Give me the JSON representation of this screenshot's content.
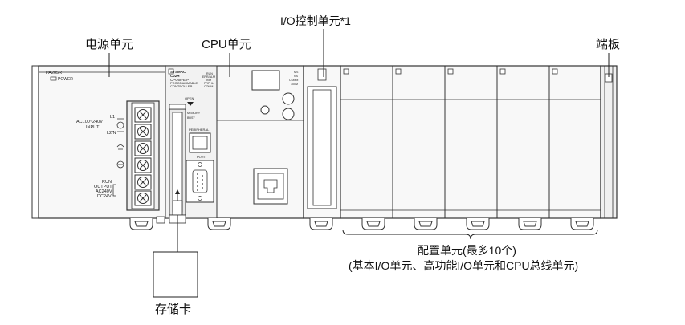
{
  "labels": {
    "power_unit": "电源单元",
    "cpu_unit": "CPU单元",
    "io_control_unit": "I/O控制单元*1",
    "end_cover": "端板",
    "config_units": "配置单元(最多10个)",
    "config_units_detail": "(基本I/O单元、高功能I/O单元和CPU总线单元)",
    "memory_card": "存储卡"
  },
  "power_panel": {
    "model": "PA205R",
    "power_led": "POWER",
    "input_rating": "AC100~240V",
    "input_label": "INPUT",
    "l1": "L1",
    "l2n": "L2/N",
    "run_output": "RUN",
    "output_label": "OUTPUT",
    "ac_rating": "AC240V",
    "dc_rating": "DC24V"
  },
  "cpu_panel": {
    "brand": "SYSMAC",
    "series": "CJ2H",
    "model": "CPU68-EIP",
    "subtitle1": "PROGRAMMABLE",
    "subtitle2": "CONTROLLER",
    "open": "OPEN",
    "memory_label": "MEMORY",
    "busy": "BUSY",
    "peripheral": "PERIPHERAL",
    "port": "PORT",
    "led_left": [
      "RUN",
      "ERR/ALM",
      "INH",
      "PRPHL",
      "COMM"
    ],
    "led_right": [
      "MS",
      "NS",
      "COMM",
      "100M"
    ]
  },
  "colors": {
    "outline": "#333333",
    "panel_fill": "#f4f4f4",
    "panel_shade": "#e2e2e2",
    "rail": "#555555"
  }
}
